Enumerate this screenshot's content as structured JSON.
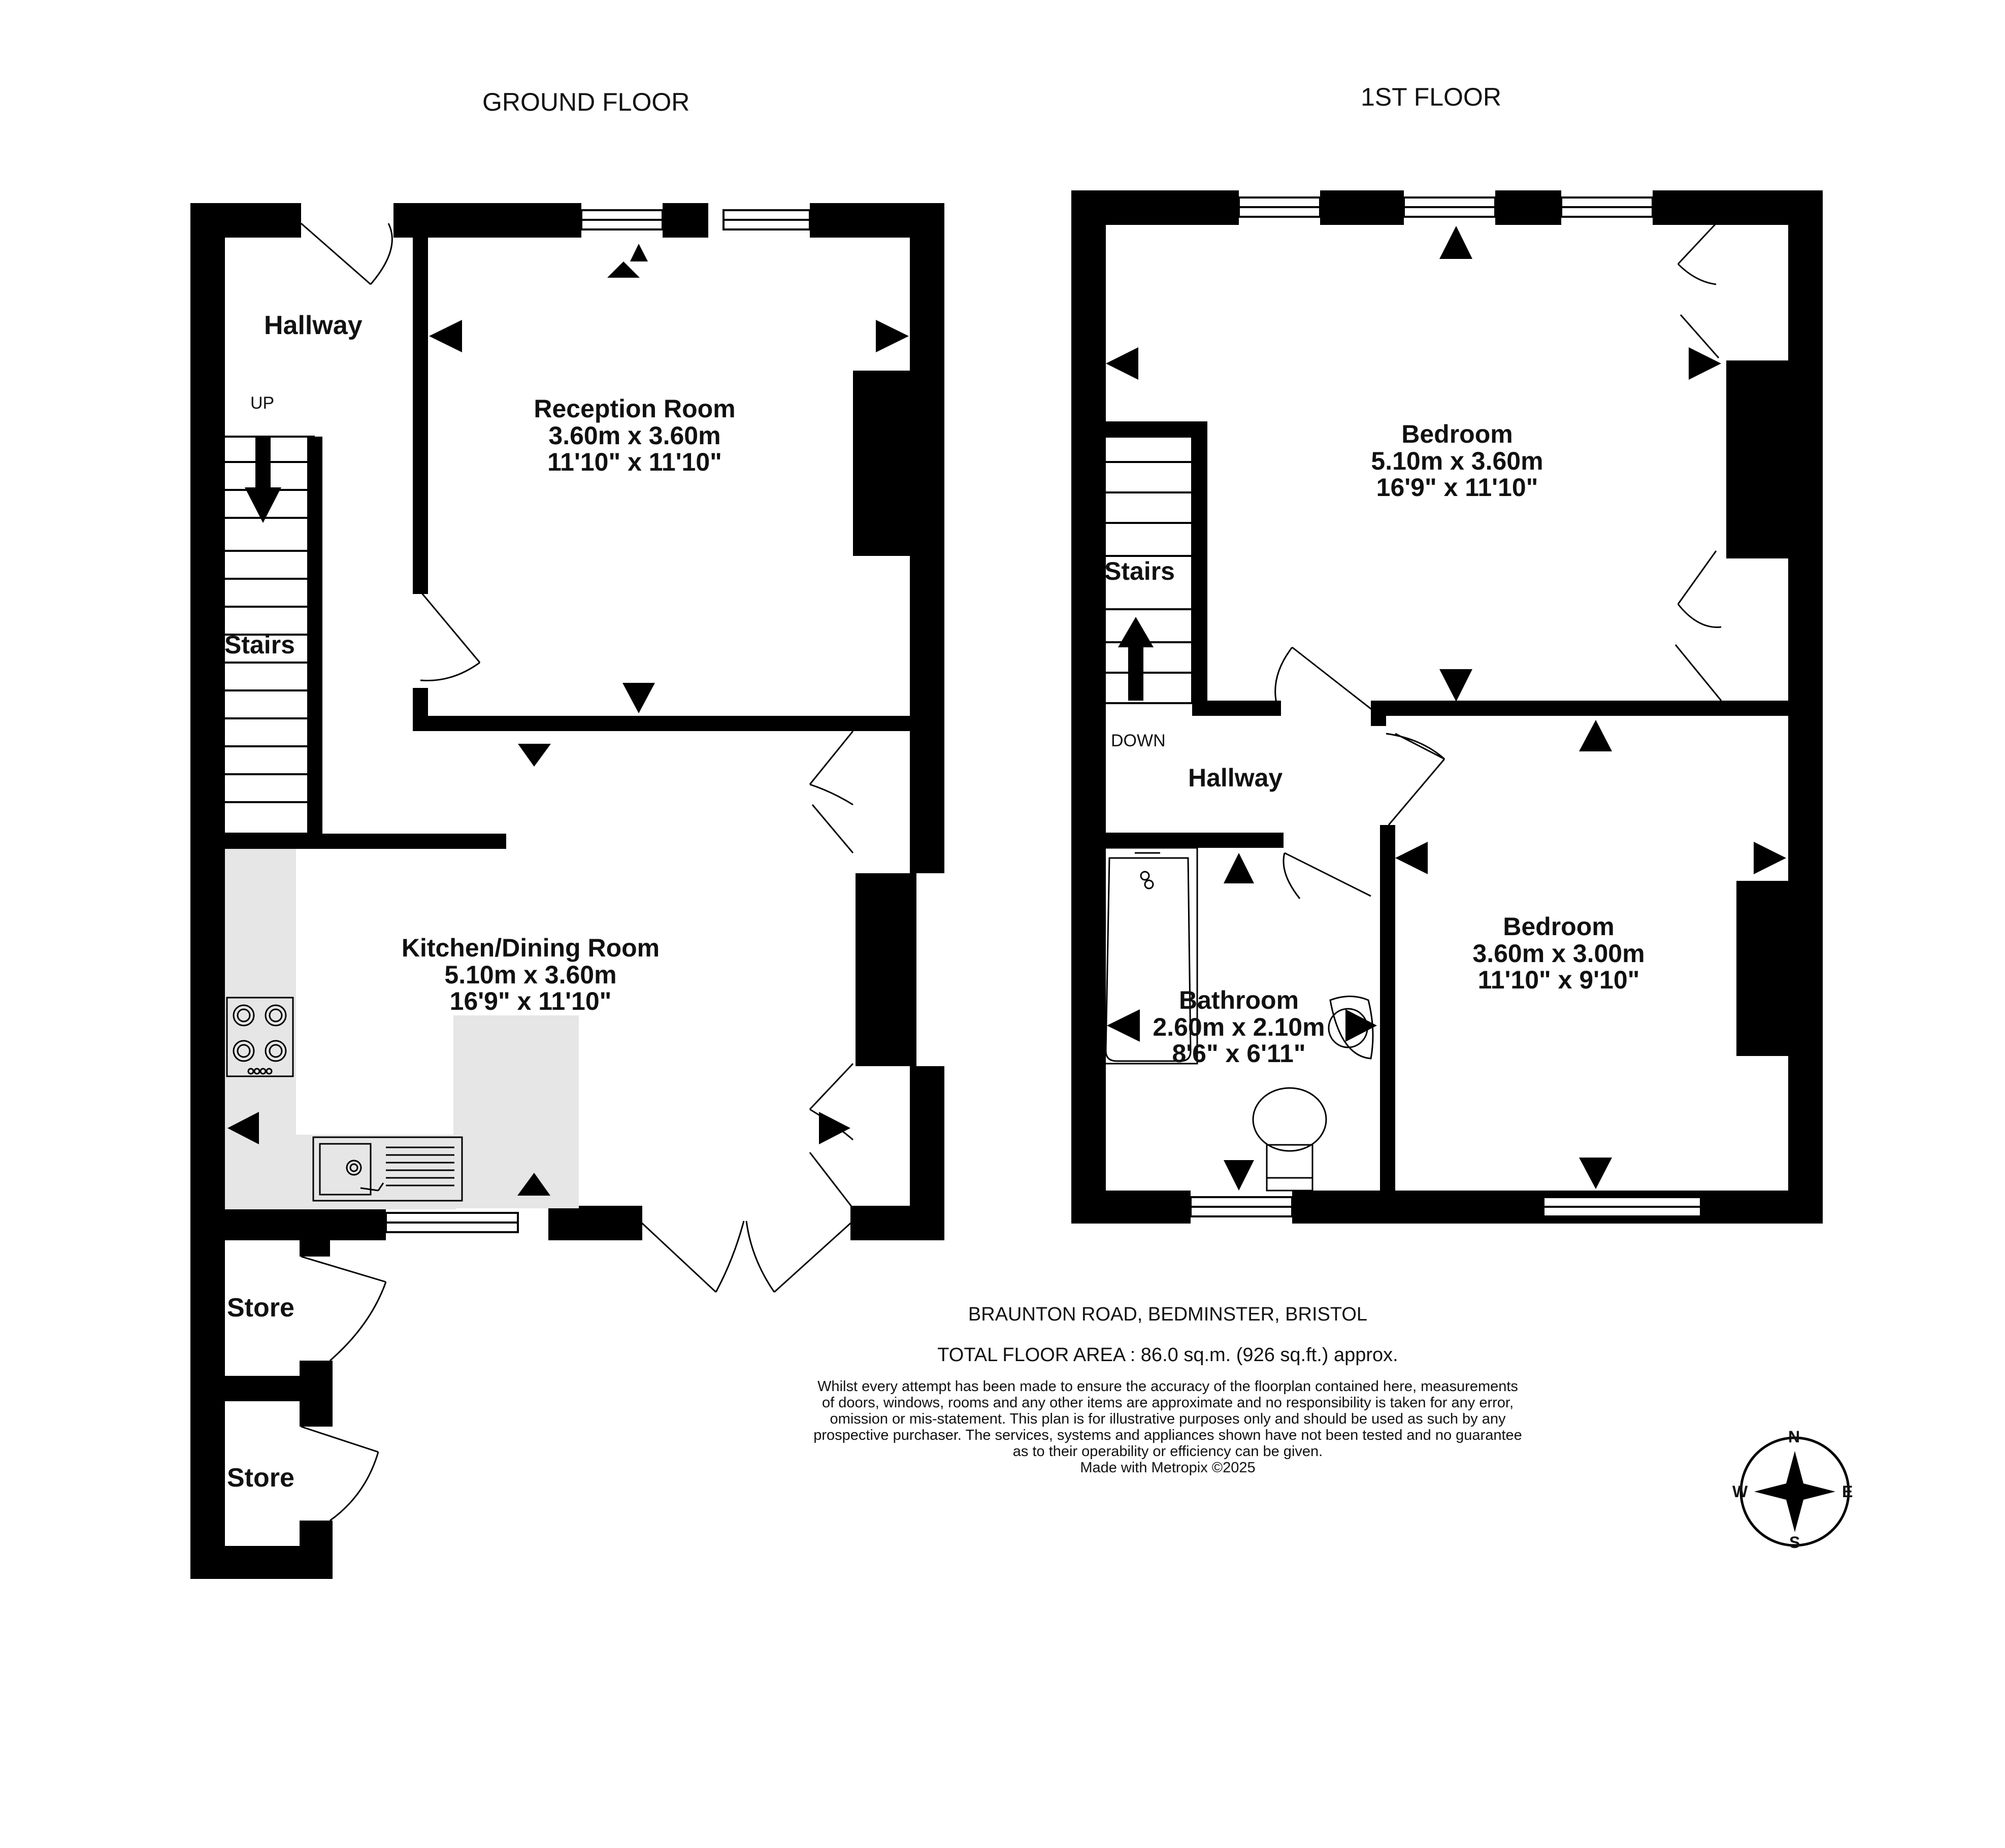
{
  "floors": {
    "ground_title": "GROUND FLOOR",
    "first_title": "1ST FLOOR"
  },
  "ground_rooms": {
    "hallway": "Hallway",
    "up_label": "UP",
    "stairs": "Stairs",
    "reception_name": "Reception Room",
    "reception_metric": "3.60m  x 3.60m",
    "reception_imperial": "11'10\"  x 11'10\"",
    "kitchen_name": "Kitchen/Dining Room",
    "kitchen_metric": "5.10m  x 3.60m",
    "kitchen_imperial": "16'9\"  x 11'10\"",
    "store1": "Store",
    "store2": "Store"
  },
  "first_rooms": {
    "stairs": "Stairs",
    "down_label": "DOWN",
    "hallway": "Hallway",
    "bedroom1_name": "Bedroom",
    "bedroom1_metric": "5.10m  x 3.60m",
    "bedroom1_imperial": "16'9\"  x 11'10\"",
    "bathroom_name": "Bathroom",
    "bathroom_metric": "2.60m  x 2.10m",
    "bathroom_imperial": "8'6\"  x 6'11\"",
    "bedroom2_name": "Bedroom",
    "bedroom2_metric": "3.60m  x 3.00m",
    "bedroom2_imperial": "11'10\"  x 9'10\""
  },
  "info": {
    "address": "BRAUNTON ROAD, BEDMINSTER, BRISTOL",
    "total_area": "TOTAL FLOOR AREA : 86.0 sq.m. (926 sq.ft.) approx.",
    "disclaimer_1": "Whilst every attempt has been made to ensure the accuracy of the floorplan contained here, measurements",
    "disclaimer_2": "of doors, windows, rooms and any other items are approximate and no responsibility is taken for any error,",
    "disclaimer_3": "omission or mis-statement. This plan is for illustrative purposes only and should be used as such by any",
    "disclaimer_4": "prospective purchaser. The services, systems and appliances shown have not been tested and no guarantee",
    "disclaimer_5": "as to their operability or efficiency can be given.",
    "made_with": "Made with Metropix ©2025"
  },
  "compass": {
    "n": "N",
    "s": "S",
    "e": "E",
    "w": "W"
  },
  "colors": {
    "wall": "#000000",
    "kitchen_unit": "#e6e6e6",
    "background": "#ffffff"
  }
}
